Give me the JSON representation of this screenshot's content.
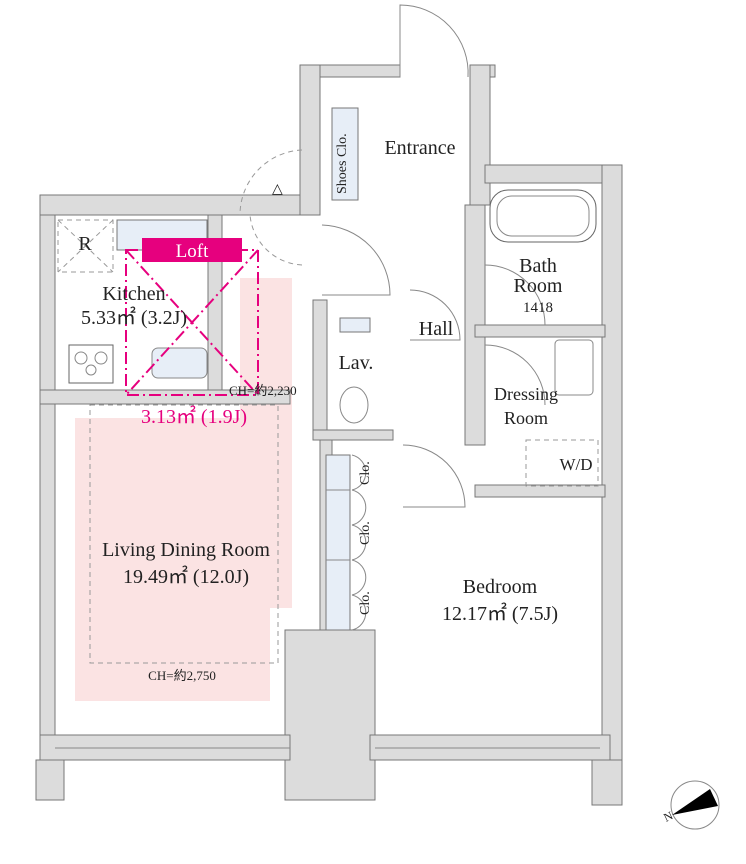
{
  "rooms": {
    "entrance": "Entrance",
    "shoes_closet": "Shoes Clo.",
    "kitchen": "Kitchen",
    "kitchen_area": "5.33㎡ (3.2J)",
    "refrigerator": "R",
    "loft": "Loft",
    "loft_area": "3.13㎡ (1.9J)",
    "loft_ceiling": "CH=約2,230",
    "bath": "Bath",
    "bath_room": "Room",
    "bath_size": "1418",
    "hall": "Hall",
    "lavatory": "Lav.",
    "dressing": "Dressing",
    "dressing_room": "Room",
    "washer": "W/D",
    "living": "Living Dining Room",
    "living_area": "19.49㎡ (12.0J)",
    "living_ceiling": "CH=約2,750",
    "closet1": "Clo.",
    "closet2": "Clo.",
    "closet3": "Clo.",
    "bedroom": "Bedroom",
    "bedroom_area": "12.17㎡ (7.5J)"
  },
  "compass": {
    "label": "N"
  },
  "colors": {
    "accent": "#e6007e",
    "highlight": "#fbe3e3",
    "wall": "#dcdcdc"
  }
}
